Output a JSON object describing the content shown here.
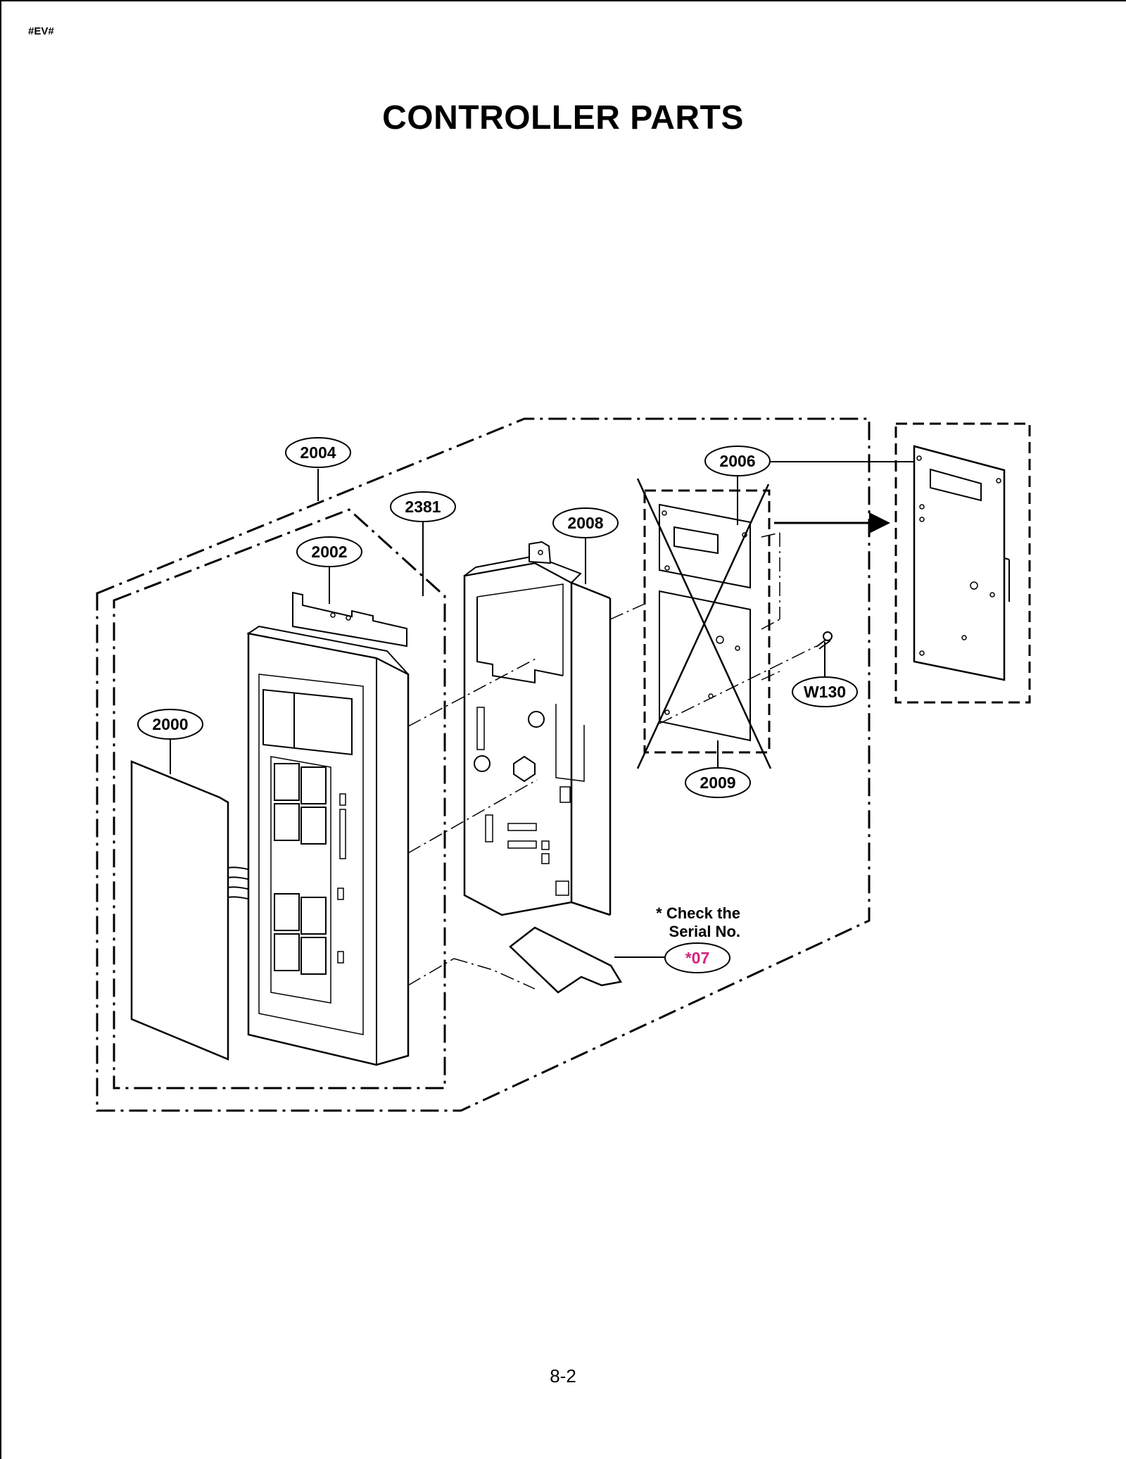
{
  "header": {
    "doc_code": "#EV#",
    "title": "CONTROLLER PARTS"
  },
  "diagram": {
    "callouts": {
      "c2004": "2004",
      "c2381": "2381",
      "c2002": "2002",
      "c2000": "2000",
      "c2008": "2008",
      "c2006": "2006",
      "c2009": "2009",
      "cW130": "W130",
      "c07": "*07"
    },
    "note": {
      "line1": "* Check the",
      "line2": "Serial No."
    },
    "colors": {
      "serial_callout": "#d6247f",
      "line": "#000000"
    }
  },
  "footer": {
    "page_number": "8-2"
  }
}
